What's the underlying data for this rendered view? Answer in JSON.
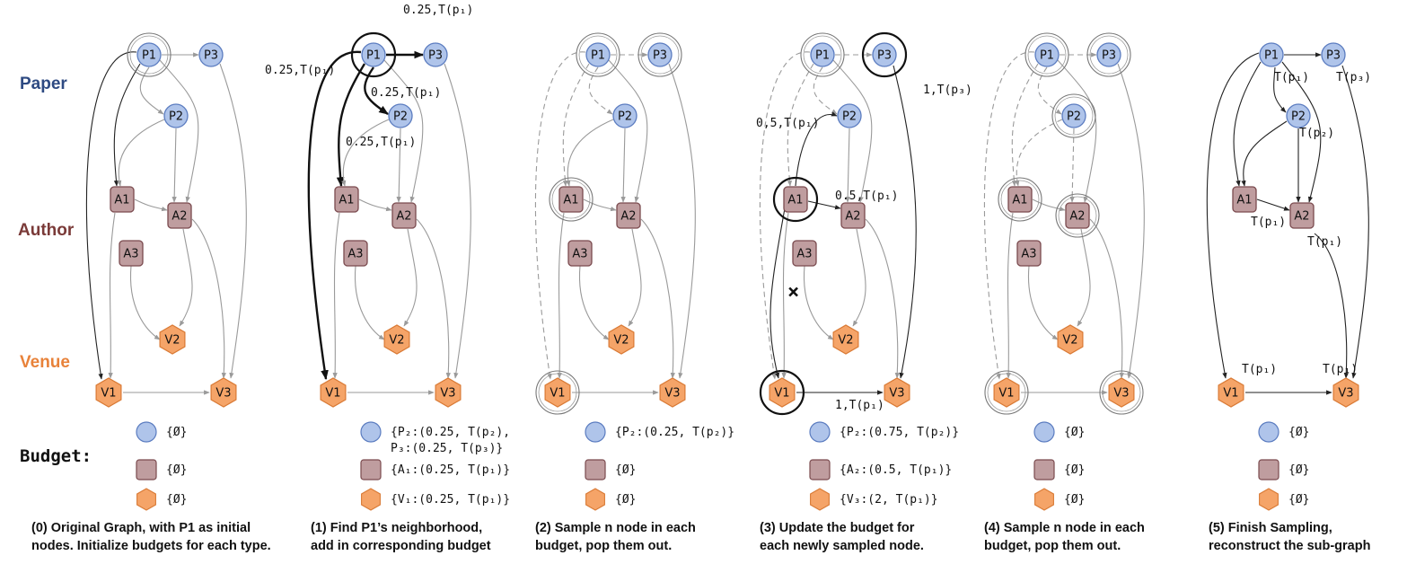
{
  "row_labels": {
    "paper": "Paper",
    "author": "Author",
    "venue": "Venue"
  },
  "budget_label": "Budget:",
  "colors": {
    "paper_fill": "#afc4ea",
    "paper_stroke": "#5b7cc0",
    "author_fill": "#bf9d9f",
    "author_stroke": "#7a4a4e",
    "venue_fill": "#f5a468",
    "venue_stroke": "#d97a35",
    "paper_label": "#2e4a82",
    "author_label": "#7a3a38",
    "venue_label": "#e8823a"
  },
  "nodes": {
    "P1": "P1",
    "P2": "P2",
    "P3": "P3",
    "A1": "A1",
    "A2": "A2",
    "A3": "A3",
    "V1": "V1",
    "V2": "V2",
    "V3": "V3"
  },
  "panels": [
    {
      "caption": [
        "(0) Original Graph, with  P1 as initial",
        "nodes. Initialize budgets for each type."
      ],
      "budget": {
        "paper": [
          "{Ø}"
        ],
        "author": [
          "{Ø}"
        ],
        "venue": [
          "{Ø}"
        ]
      },
      "edge_labels": []
    },
    {
      "caption": [
        "(1) Find P1’s neighborhood,",
        "add in corresponding budget"
      ],
      "budget": {
        "paper": [
          "{P₂:(0.25, T(p₂),",
          " P₃:(0.25, T(p₃)}"
        ],
        "author": [
          "{A₁:(0.25, T(p₁)}"
        ],
        "venue": [
          "{V₁:(0.25, T(p₁)}"
        ]
      },
      "edge_labels": [
        "0.25,T(p₁)",
        "0.25,T(p₁)",
        "0.25,T(p₁)",
        "0.25,T(p₁)"
      ]
    },
    {
      "caption": [
        "(2) Sample n node in each",
        "budget, pop them out."
      ],
      "budget": {
        "paper": [
          "{P₂:(0.25, T(p₂)}"
        ],
        "author": [
          "{Ø}"
        ],
        "venue": [
          "{Ø}"
        ]
      },
      "edge_labels": []
    },
    {
      "caption": [
        "(3) Update the budget for",
        "each newly sampled node."
      ],
      "budget": {
        "paper": [
          "{P₂:(0.75, T(p₂)}"
        ],
        "author": [
          "{A₂:(0.5,   T(p₁)}"
        ],
        "venue": [
          "{V₃:(2,     T(p₁)}"
        ]
      },
      "edge_labels": [
        "0,5,T(p₁)",
        "0.5,T(p₁)",
        "1,T(p₃)",
        "1,T(p₁)"
      ],
      "cross_mark": "×"
    },
    {
      "caption": [
        "(4) Sample n node in each",
        "budget, pop them out."
      ],
      "budget": {
        "paper": [
          "{Ø}"
        ],
        "author": [
          "{Ø}"
        ],
        "venue": [
          "{Ø}"
        ]
      },
      "edge_labels": []
    },
    {
      "caption": [
        "(5) Finish Sampling,",
        "reconstruct the sub-graph"
      ],
      "budget": {
        "paper": [
          "{Ø}"
        ],
        "author": [
          "{Ø}"
        ],
        "venue": [
          "{Ø}"
        ]
      },
      "edge_labels": [
        "T(p₁)",
        "T(p₃)",
        "T(p₂)",
        "T(p₁)",
        "T(p₁)",
        "T(p₁)",
        "T(p₁)"
      ]
    }
  ]
}
